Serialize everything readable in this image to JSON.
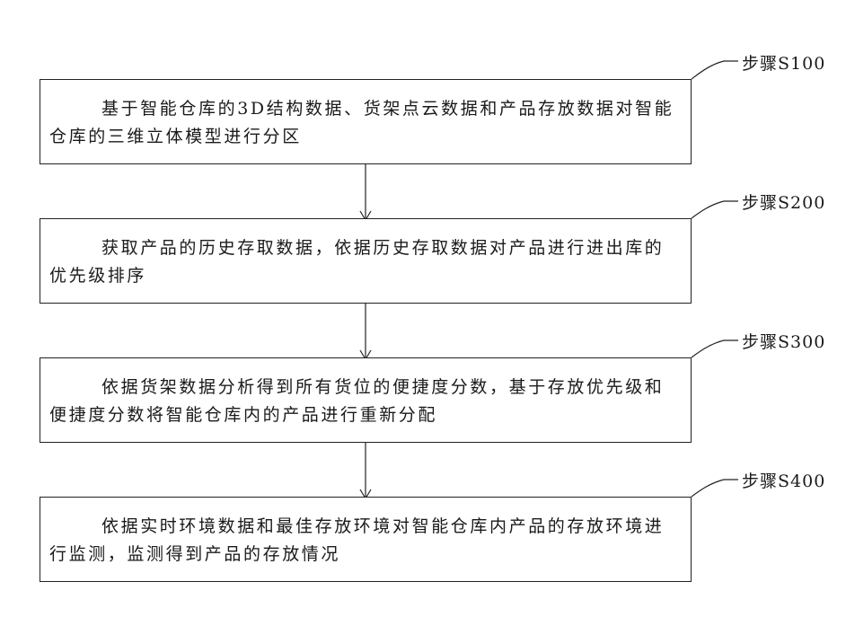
{
  "steps": [
    {
      "label": "步骤S100",
      "text": "基于智能仓库的3D结构数据、货架点云数据和产品存放数据对智能仓库的三维立体模型进行分区"
    },
    {
      "label": "步骤S200",
      "text": "获取产品的历史存取数据，依据历史存取数据对产品进行进出库的优先级排序"
    },
    {
      "label": "步骤S300",
      "text": "依据货架数据分析得到所有货位的便捷度分数，基于存放优先级和便捷度分数将智能仓库内的产品进行重新分配"
    },
    {
      "label": "步骤S400",
      "text": "依据实时环境数据和最佳存放环境对智能仓库内产品的存放环境进行监测，监测得到产品的存放情况"
    }
  ]
}
